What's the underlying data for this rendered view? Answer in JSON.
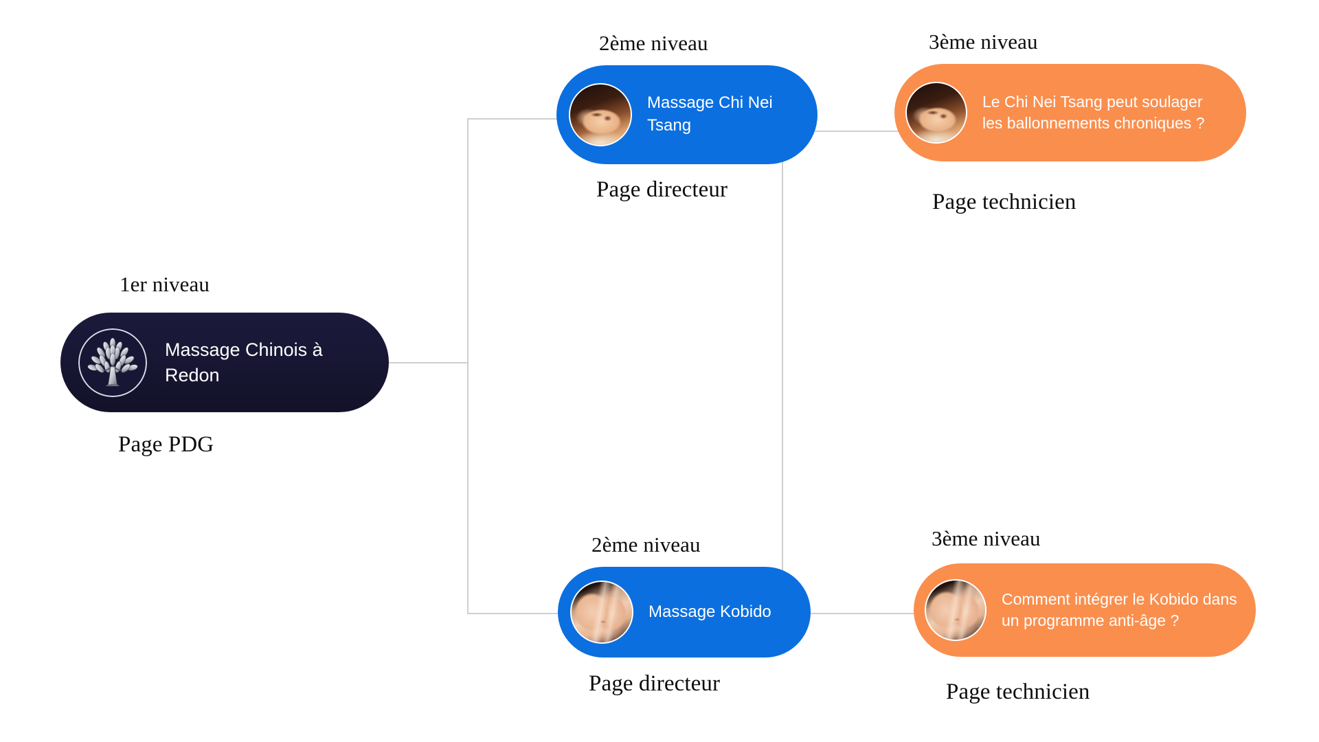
{
  "diagram": {
    "title_levels": {
      "level1": "1er niveau",
      "level2": "2ème niveau",
      "level3": "3ème niveau"
    },
    "roles": {
      "pdg": "Page PDG",
      "directeur": "Page directeur",
      "technicien": "Page technicien"
    },
    "colors": {
      "background": "#ffffff",
      "root_node": "#171634",
      "level2_node": "#0b6fe0",
      "level3_node": "#fa8e4d",
      "connector": "#cfcfcf",
      "node_text": "#ffffff",
      "caption_text": "#0d0d0d"
    },
    "nodes": [
      {
        "id": "root",
        "level_label": "1er niveau",
        "role_label": "Page PDG",
        "label": "Massage Chinois à Redon",
        "icon": "tree-logo-icon",
        "color": "#171634"
      },
      {
        "id": "branch-1",
        "level_label": "2ème niveau",
        "role_label": "Page directeur",
        "label": "Massage Chi Nei Tsang",
        "icon": "massage-photo-avatar",
        "color": "#0b6fe0"
      },
      {
        "id": "leaf-1",
        "level_label": "3ème niveau",
        "role_label": "Page technicien",
        "label": "Le Chi Nei Tsang peut soulager les ballonnements chroniques ?",
        "icon": "massage-photo-avatar",
        "color": "#fa8e4d"
      },
      {
        "id": "branch-2",
        "level_label": "2ème niveau",
        "role_label": "Page directeur",
        "label": "Massage Kobido",
        "icon": "kobido-photo-avatar",
        "color": "#0b6fe0"
      },
      {
        "id": "leaf-2",
        "level_label": "3ème niveau",
        "role_label": "Page technicien",
        "label": "Comment intégrer le Kobido dans un programme anti-âge ?",
        "icon": "kobido-photo-avatar",
        "color": "#fa8e4d"
      }
    ]
  }
}
